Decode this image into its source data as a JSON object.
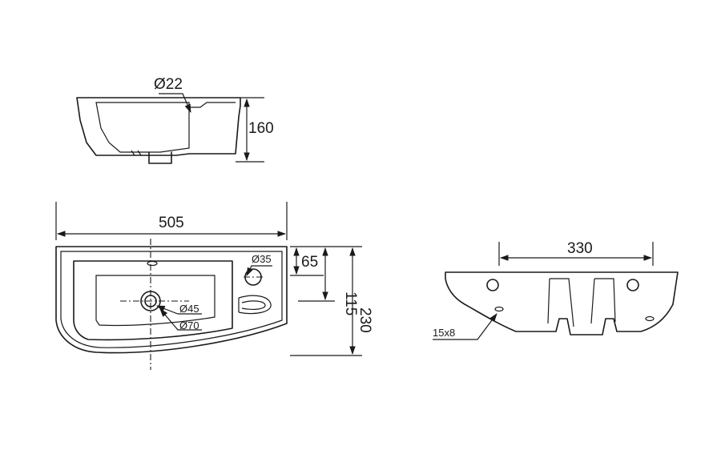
{
  "drawing": {
    "side_view": {
      "drain_label": "Ø22",
      "height_label": "160"
    },
    "top_view": {
      "width_label": "505",
      "tap_hole_label": "Ø35",
      "depth1_label": "65",
      "depth2_label": "115",
      "depth3_label": "230",
      "drain_inner_label": "Ø45",
      "drain_outer_label": "Ø70"
    },
    "back_view": {
      "spacing_label": "330",
      "slot_label": "15x8"
    }
  }
}
